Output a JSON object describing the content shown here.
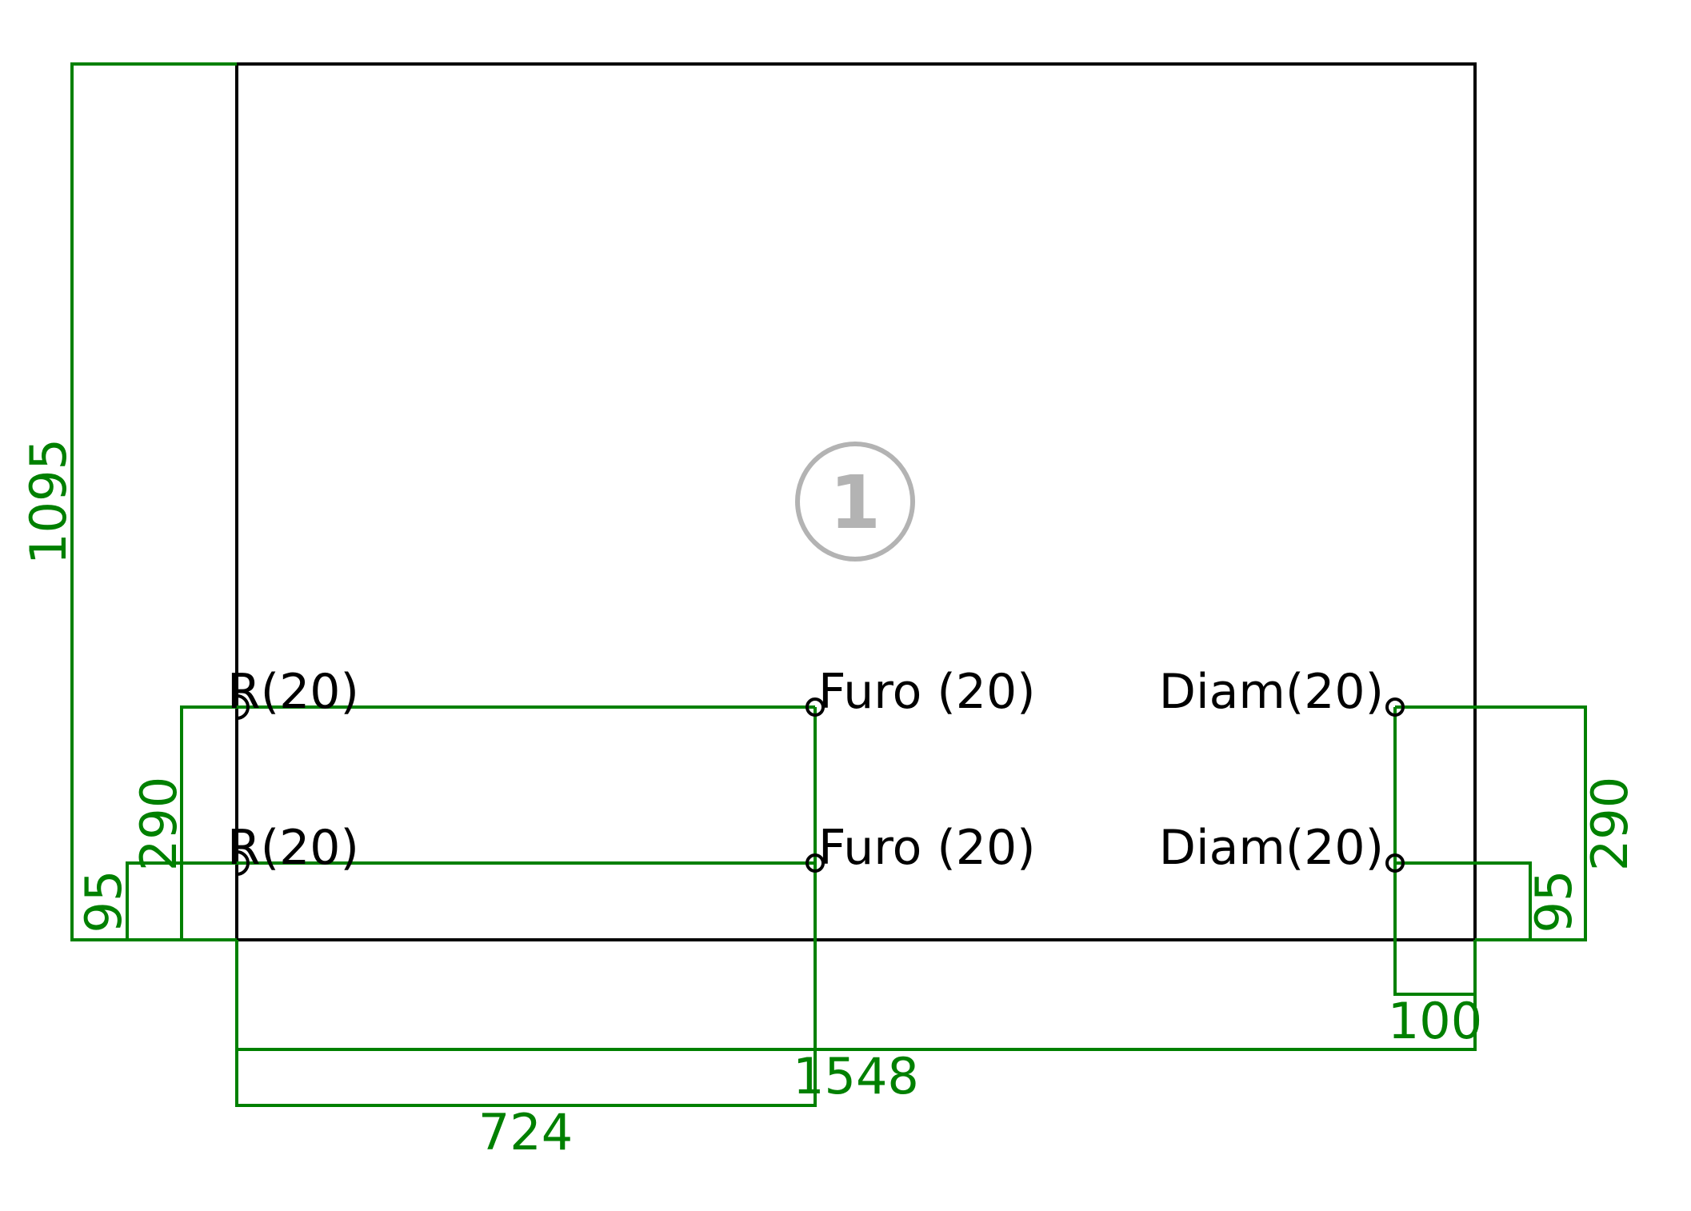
{
  "colors": {
    "dimension": "#008000",
    "outline": "#000000",
    "part_marker": "#b3b3b3",
    "background": "#ffffff"
  },
  "part": {
    "number": "1",
    "width": 1548,
    "height": 1095
  },
  "dimensions": {
    "overall_width": "1548",
    "overall_height": "1095",
    "left_upper_row_height": "290",
    "left_lower_row_height": "95",
    "right_upper_row_height": "290",
    "right_lower_row_height": "95",
    "hole_x_offset": "724",
    "diam_inset_from_right": "100"
  },
  "features": {
    "left_upper": "R(20)",
    "left_lower": "R(20)",
    "center_upper": "Furo (20)",
    "center_lower": "Furo (20)",
    "right_upper": "Diam(20)",
    "right_lower": "Diam(20)"
  }
}
